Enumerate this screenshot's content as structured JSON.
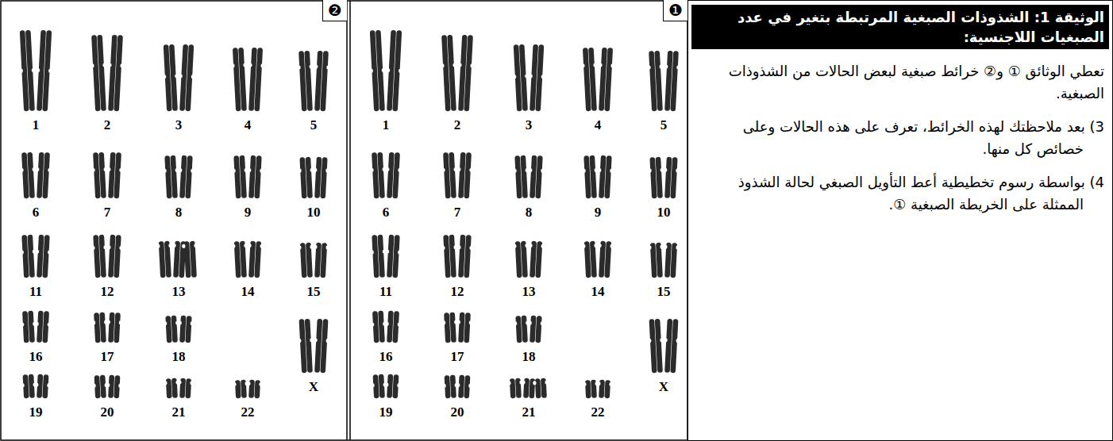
{
  "diagram": {
    "title": "الوثيقة 1: الشذوذات الصبغية المرتبطة بتغير في عدد الصبغيات اللاجنسية:",
    "nodes": [
      {
        "text": [
          "تعطي الوثائق ① و② خرائط صبغية لبعض الحالات من الشذوذات الصبغية.",
          "3) بعد ملاحظتك لهذه الخرائط، تعرف على هذه الحالات وعلى خصائص كل منها.",
          "4) بواسطة رسوم تخطيطية أعط التأويل الصبغي لحالة الشذوذ الممثلة على الخريطة الصبغية ①."
        ]
      },
      {
        "text": [
          "❶"
        ]
      },
      {
        "text": [
          "❷"
        ]
      }
    ],
    "labels": [
      "1",
      "2",
      "3",
      "4",
      "5",
      "6",
      "7",
      "8",
      "9",
      "10",
      "11",
      "12",
      "13",
      "14",
      "15",
      "16",
      "17",
      "18",
      "19",
      "20",
      "21",
      "22",
      "X",
      "1",
      "2",
      "3",
      "4",
      "5",
      "6",
      "7",
      "8",
      "9",
      "10",
      "11",
      "12",
      "13",
      "14",
      "15",
      "16",
      "17",
      "18",
      "19",
      "20",
      "21",
      "22",
      "X"
    ]
  }
}
